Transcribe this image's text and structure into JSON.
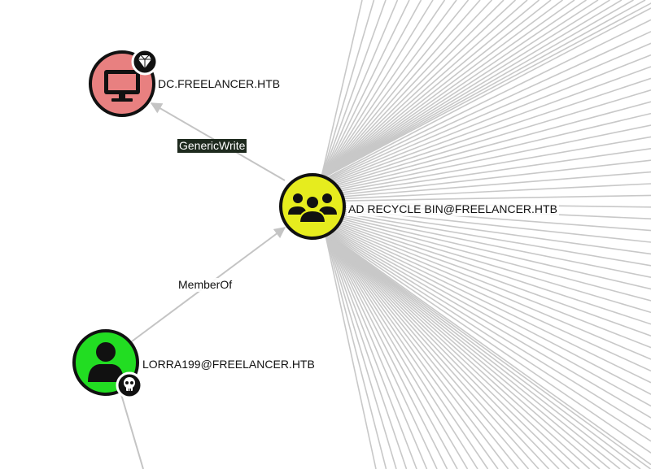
{
  "colors": {
    "background": "#ffffff",
    "fan_edge": "#c8c8c8",
    "edge": "#c4c4c4",
    "computer_node": "#e88080",
    "group_node": "#e6ec1e",
    "user_node": "#22dd22",
    "node_border": "#111111",
    "badge": "#111111",
    "highlight_label_bg": "#1e2a1e"
  },
  "nodes": [
    {
      "id": "dc",
      "type": "computer",
      "icon": "monitor-icon",
      "badge_icon": "diamond-icon",
      "label": "DC.FREELANCER.HTB"
    },
    {
      "id": "group",
      "type": "group",
      "icon": "users-group-icon",
      "badge_icon": "",
      "label": "AD RECYCLE BIN@FREELANCER.HTB"
    },
    {
      "id": "user",
      "type": "user",
      "icon": "user-icon",
      "badge_icon": "skull-icon",
      "label": "LORRA199@FREELANCER.HTB"
    }
  ],
  "edges": [
    {
      "from": "group",
      "to": "dc",
      "label": "GenericWrite",
      "style": "highlighted"
    },
    {
      "from": "user",
      "to": "group",
      "label": "MemberOf",
      "style": "normal"
    }
  ]
}
